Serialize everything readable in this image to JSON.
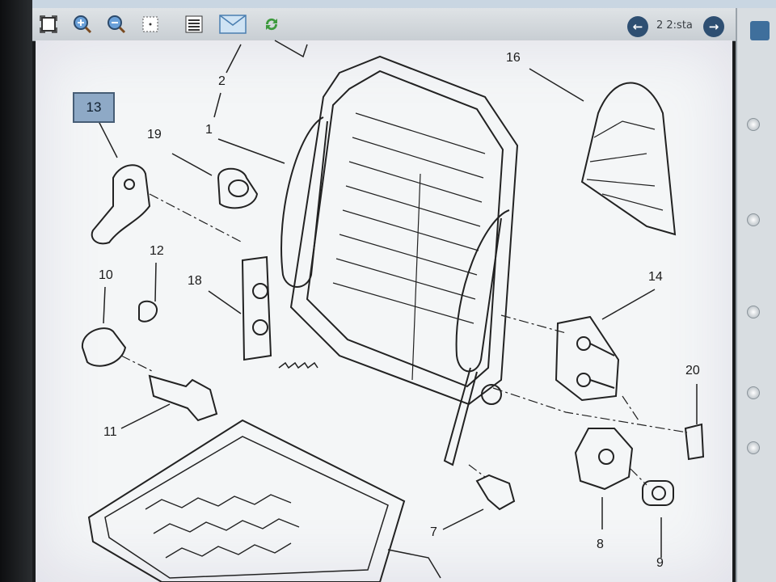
{
  "toolbar": {
    "buttons": [
      {
        "name": "fit-page-button",
        "icon": "fit-page-icon"
      },
      {
        "name": "zoom-in-button",
        "icon": "zoom-in-icon"
      },
      {
        "name": "zoom-out-button",
        "icon": "zoom-out-icon"
      },
      {
        "name": "select-area-button",
        "icon": "select-area-icon"
      },
      {
        "name": "list-button",
        "icon": "list-icon"
      },
      {
        "name": "mail-button",
        "icon": "mail-icon"
      },
      {
        "name": "refresh-button",
        "icon": "refresh-icon"
      }
    ],
    "page_label": "2 2:sta",
    "prev_glyph": "←",
    "next_glyph": "→"
  },
  "diagram": {
    "callouts": {
      "c13": "13",
      "c2": "2",
      "c1": "1",
      "c19": "19",
      "c16": "16",
      "c12": "12",
      "c10": "10",
      "c18": "18",
      "c14": "14",
      "c11": "11",
      "c20": "20",
      "c7": "7",
      "c8": "8",
      "c9": "9"
    }
  },
  "colors": {
    "toolbar": "#d6dbdf",
    "canvas": "#f4f6f7",
    "highlight": "#8ea9c6",
    "nav_button": "#2e4f72"
  }
}
